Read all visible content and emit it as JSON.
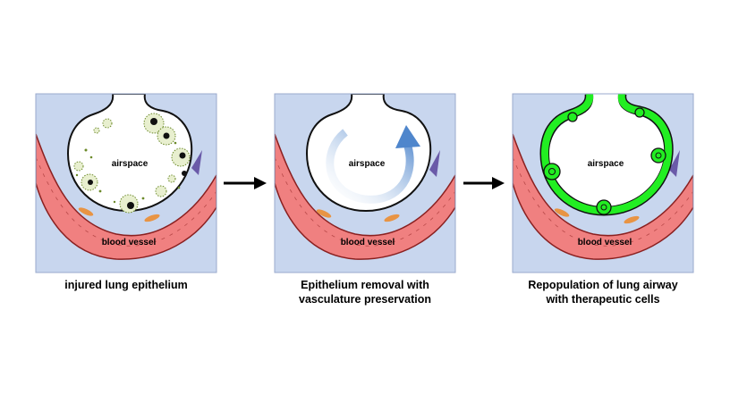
{
  "panels": [
    {
      "id": "injured",
      "airspace_label": "airspace",
      "vessel_label": "blood vessel",
      "caption_lines": [
        "injured lung epithelium"
      ]
    },
    {
      "id": "removal",
      "airspace_label": "airspace",
      "vessel_label": "blood vessel",
      "caption_lines": [
        "Epithelium removal with",
        "vasculature preservation"
      ]
    },
    {
      "id": "repopulated",
      "airspace_label": "airspace",
      "vessel_label": "blood vessel",
      "caption_lines": [
        "Repopulation of lung airway",
        "with therapeutic cells"
      ]
    }
  ],
  "colors": {
    "background_tissue": "#c8d6ee",
    "vessel_fill": "#f08080",
    "vessel_stroke": "#8a2020",
    "injured_cell": "#e8efcf",
    "injured_dots": "#6c8a2a",
    "therapeutic_cell": "#22ee22",
    "rotation_arrow": "#5b8fd0",
    "interstitial_cell": "#e89444",
    "immune_cell": "#6a5aa8"
  }
}
